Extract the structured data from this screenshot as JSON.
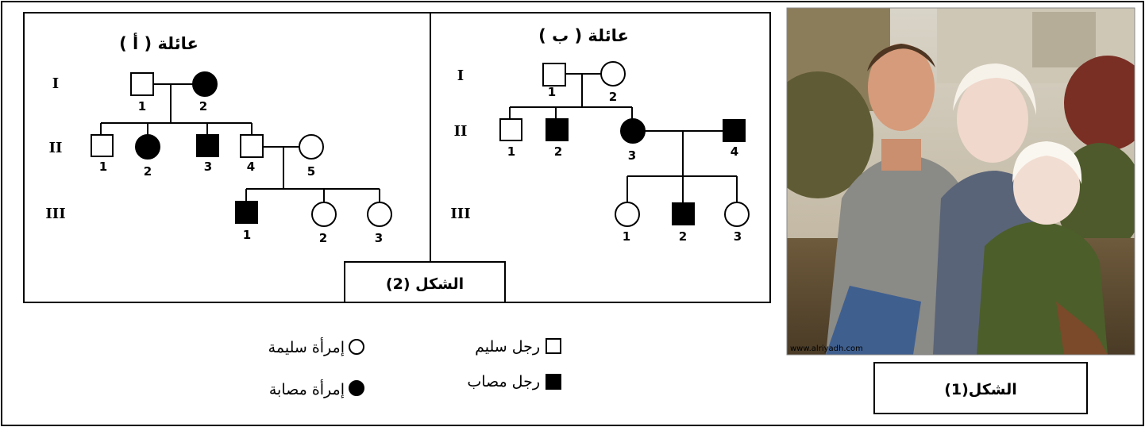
{
  "family_a": {
    "title": "عائلة ( أ )",
    "generations": [
      "I",
      "II",
      "III"
    ],
    "labels": {
      "i1": "1",
      "i2": "2",
      "ii1": "1",
      "ii2": "2",
      "ii3": "3",
      "ii4": "4",
      "ii5": "5",
      "iii1": "1",
      "iii2": "2",
      "iii3": "3"
    }
  },
  "family_b": {
    "title": "عائلة ( ب )",
    "generations": [
      "I",
      "II",
      "III"
    ],
    "labels": {
      "i1": "1",
      "i2": "2",
      "ii1": "1",
      "ii2": "2",
      "ii3": "3",
      "ii4": "4",
      "iii1": "1",
      "iii2": "2",
      "iii3": "3"
    }
  },
  "figure2_label": "الشكل (2)",
  "figure1_label": "الشكل(1)",
  "photo_watermark": "www.alriyadh.com",
  "legend": {
    "healthy_man": "رجل سليم",
    "affected_man": "رجل مصاب",
    "healthy_woman": "إمرأة سليمة",
    "affected_woman": "إمرأة مصابة"
  }
}
